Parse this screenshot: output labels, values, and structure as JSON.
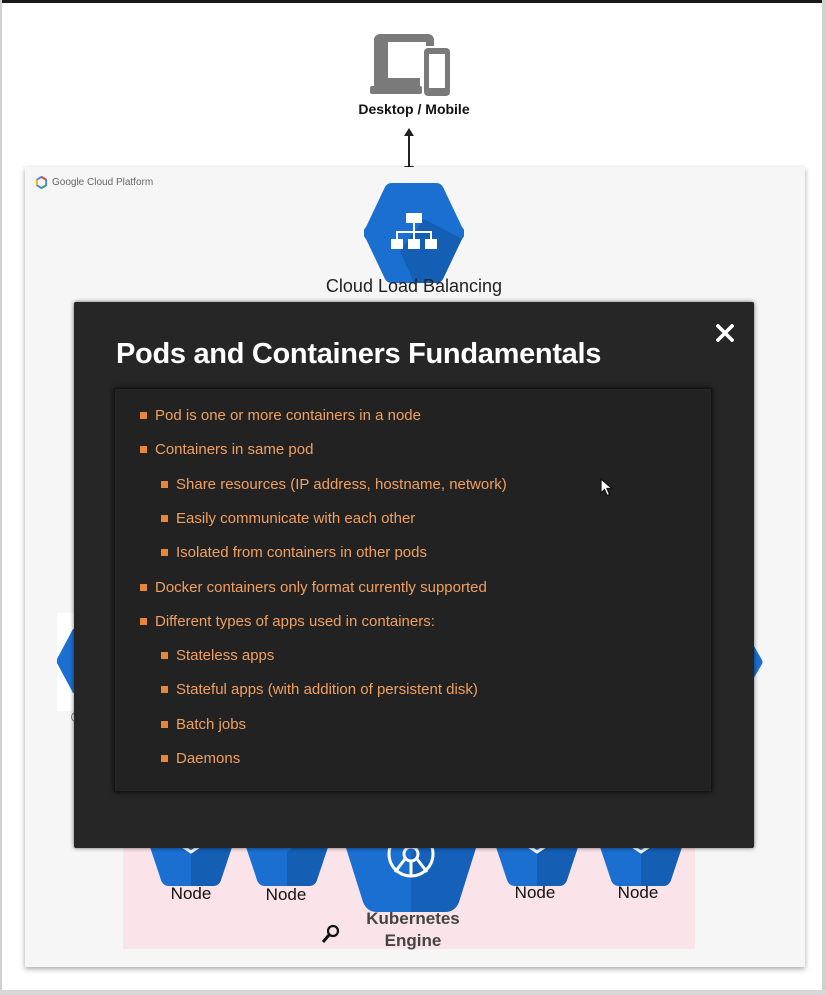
{
  "client": {
    "label": "Desktop / Mobile"
  },
  "gcp": {
    "logo_google": "Google",
    "logo_platform": "Cloud Platform",
    "load_balancer_label": "Cloud Load Balancing"
  },
  "cluster": {
    "nodes": [
      "Node",
      "Node",
      "Node",
      "Node"
    ],
    "engine_label_line1": "Kubernetes",
    "engine_label_line2": "Engine"
  },
  "modal": {
    "title": "Pods and Containers  Fundamentals",
    "close_label": "X",
    "bullets": [
      {
        "level": 1,
        "text": "Pod is one or more containers in a node"
      },
      {
        "level": 1,
        "text": "Containers in same pod"
      },
      {
        "level": 2,
        "text": "Share resources (IP address, hostname, network)"
      },
      {
        "level": 2,
        "text": "Easily communicate with each other"
      },
      {
        "level": 2,
        "text": "Isolated from containers in other pods"
      },
      {
        "level": 1,
        "text": "Docker containers only format currently supported"
      },
      {
        "level": 1,
        "text": "Different types of apps used in containers:"
      },
      {
        "level": 2,
        "text": "Stateless apps"
      },
      {
        "level": 2,
        "text": "Stateful apps (with addition of persistent disk)"
      },
      {
        "level": 2,
        "text": "Batch jobs"
      },
      {
        "level": 2,
        "text": "Daemons"
      }
    ]
  },
  "colors": {
    "gcp_blue": "#1a6fd1",
    "gcp_blue_dark": "#1257a8",
    "bullet_orange": "#e8863a",
    "modal_bg": "#262626",
    "k8s_area": "#fbe3ea"
  }
}
